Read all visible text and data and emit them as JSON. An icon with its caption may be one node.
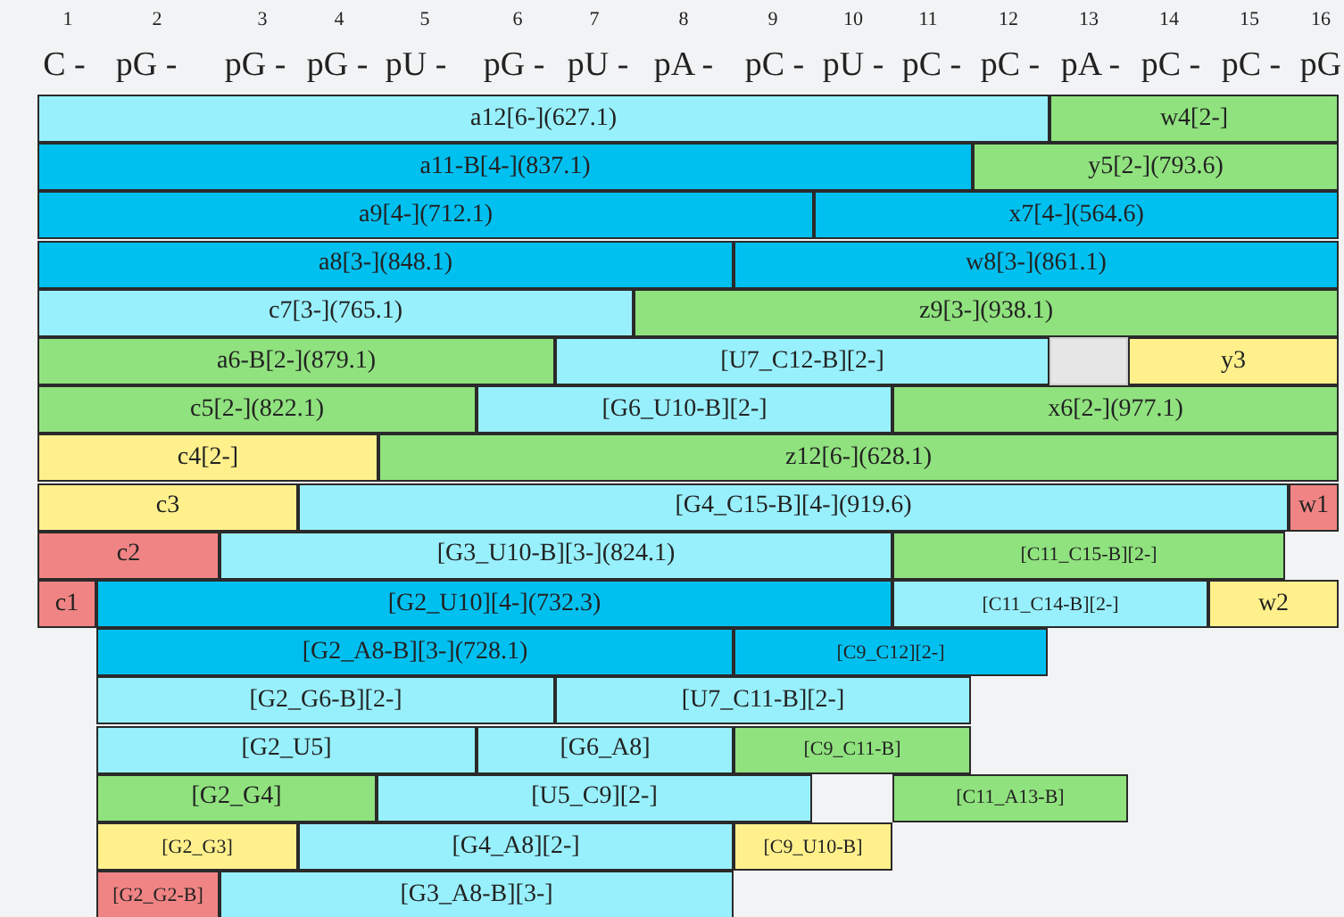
{
  "diagram": {
    "nodes": [
      {
        "text": [
          "a12[6-](627.1)"
        ]
      },
      {
        "text": [
          "w4[2-]"
        ]
      },
      {
        "text": [
          "a11-B[4-](837.1)"
        ]
      },
      {
        "text": [
          "y5[2-](793.6)"
        ]
      },
      {
        "text": [
          "a9[4-](712.1)"
        ]
      },
      {
        "text": [
          "x7[4-](564.6)"
        ]
      },
      {
        "text": [
          "a8[3-](848.1)"
        ]
      },
      {
        "text": [
          "w8[3-](861.1)"
        ]
      },
      {
        "text": [
          "c7[3-](765.1)"
        ]
      },
      {
        "text": [
          "z9[3-](938.1)"
        ]
      },
      {
        "text": [
          "a6-B[2-](879.1)"
        ]
      },
      {
        "text": [
          "[U7_C12-B][2-]"
        ]
      },
      {
        "text": [],
        "shape": "box"
      },
      {
        "text": [
          "y3"
        ]
      },
      {
        "text": [
          "c5[2-](822.1)"
        ]
      },
      {
        "text": [
          "[G6_U10-B][2-]"
        ]
      },
      {
        "text": [
          "x6[2-](977.1)"
        ]
      },
      {
        "text": [
          "c4[2-]"
        ]
      },
      {
        "text": [
          "z12[6-](628.1)"
        ]
      },
      {
        "text": [
          "c3"
        ]
      },
      {
        "text": [
          "[G4_C15-B][4-](919.6)"
        ]
      },
      {
        "text": [
          "w1"
        ]
      },
      {
        "text": [
          "c2"
        ]
      },
      {
        "text": [
          "[G3_U10-B][3-](824.1)"
        ]
      },
      {
        "text": [
          "[C11_C15-B][2-]"
        ]
      },
      {
        "text": [
          "c1"
        ]
      },
      {
        "text": [
          "[G2_U10][4-](732.3)"
        ]
      },
      {
        "text": [
          "[C11_C14-B][2-]"
        ]
      },
      {
        "text": [
          "w2"
        ]
      },
      {
        "text": [
          "[G2_A8-B][3-](728.1)"
        ]
      },
      {
        "text": [
          "[C9_C12][2-]"
        ]
      },
      {
        "text": [
          "[G2_G6-B][2-]"
        ]
      },
      {
        "text": [
          "[U7_C11-B][2-]"
        ]
      },
      {
        "text": [
          "[G2_U5]"
        ]
      },
      {
        "text": [
          "[G6_A8]"
        ]
      },
      {
        "text": [
          "[C9_C11-B]"
        ]
      },
      {
        "text": [
          "[G2_G4]"
        ]
      },
      {
        "text": [
          "[U5_C9][2-]"
        ]
      },
      {
        "text": [
          "[C11_A13-B]"
        ]
      },
      {
        "text": [
          "[G2_G3]"
        ]
      },
      {
        "text": [
          "[G4_A8][2-]"
        ]
      },
      {
        "text": [
          "[C9_U10-B]"
        ]
      },
      {
        "text": [
          "[G2_G2-B]"
        ]
      },
      {
        "text": [
          "[G3_A8-B][3-]"
        ]
      }
    ],
    "labels": [
      "1",
      "2",
      "3",
      "4",
      "5",
      "6",
      "7",
      "8",
      "9",
      "10",
      "11",
      "12",
      "13",
      "14",
      "15",
      "16",
      "C -",
      "pG -",
      "pG -",
      "pG -",
      "pU -",
      "pG -",
      "pU -",
      "pA -",
      "pC -",
      "pU -",
      "pC -",
      "pC -",
      "pA -",
      "pC -",
      "pC -",
      "pG"
    ]
  }
}
